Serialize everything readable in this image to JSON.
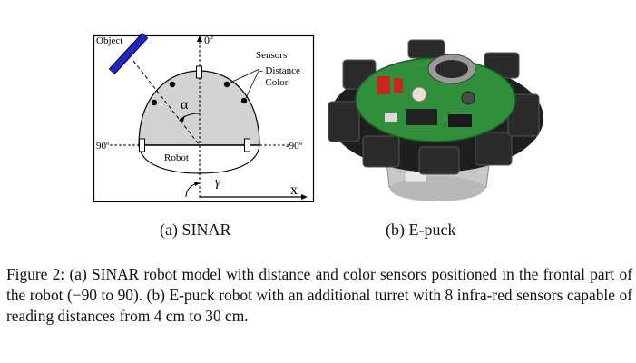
{
  "figure": {
    "diagram": {
      "object_label": "Object",
      "zero_label": "0º",
      "sensors_title": "Sensors",
      "sensors_items": [
        "- Distance",
        "- Color"
      ],
      "alpha": "α",
      "left_label": "90º",
      "right_label": "-90º",
      "robot_label": "Robot",
      "gamma": "γ",
      "x_label": "x"
    },
    "photo": {
      "alt": "E-puck robot",
      "colors": {
        "board": "#2f8f3a",
        "housing": "#202020",
        "base": "#c9c9c9"
      }
    },
    "subcaptions": {
      "a": "(a) SINAR",
      "b": "(b) E-puck"
    },
    "caption": "Figure 2: (a) SINAR robot model with distance and color sensors positioned in the frontal part of the robot (−90 to 90). (b) E-puck robot with an additional turret with 8 infra-red sensors capable of reading distances from 4 cm to 30 cm."
  }
}
